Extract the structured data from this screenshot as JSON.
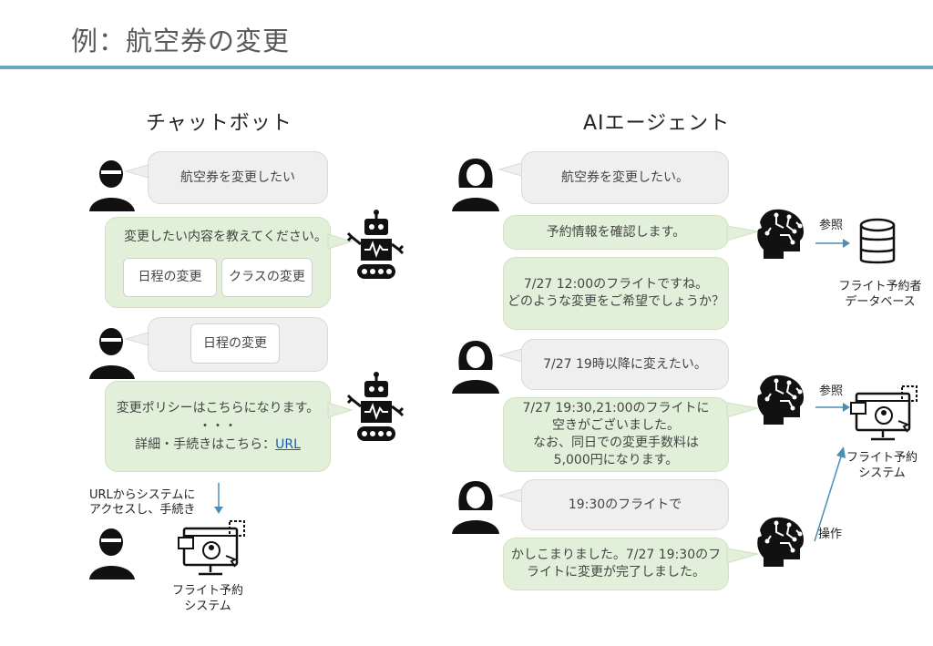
{
  "page": {
    "title": "例：航空券の変更"
  },
  "left": {
    "heading": "チャットボット",
    "messages": {
      "m1": "航空券を変更したい",
      "m2": "変更したい内容を教えてください。",
      "opt1": "日程の変更",
      "opt2": "クラスの変更",
      "m3": "日程の変更",
      "m4_line1": "変更ポリシーはこちらになります。",
      "m4_dots": "・・・",
      "m4_line2": "詳細・手続きはこちら：",
      "m4_link": "URL"
    },
    "note": "URLからシステムに\nアクセスし、手続き",
    "system_label": "フライト予約\nシステム"
  },
  "right": {
    "heading": "AIエージェント",
    "messages": {
      "m1": "航空券を変更したい。",
      "m2": "予約情報を確認します。",
      "m3": "7/27 12:00のフライトですね。\nどのような変更をご希望でしょうか？",
      "m4": "7/27 19時以降に変えたい。",
      "m5": "7/27 19:30,21:00のフライトに\n空きがございました。\nなお、同日での変更手数料は\n5,000円になります。",
      "m6": "19:30のフライトで",
      "m7": "かしこまりました。7/27 19:30のフ\nライトに変更が完了しました。"
    },
    "ref1": "参照",
    "db_label": "フライト予約者\nデータベース",
    "ref2": "参照",
    "system_label": "フライト予約\nシステム",
    "operate": "操作"
  },
  "colors": {
    "accent_rule": "#6aa3c3",
    "user_bubble": "#efefef",
    "bot_bubble": "#e2f0d9",
    "arrow": "#4a8db5"
  }
}
